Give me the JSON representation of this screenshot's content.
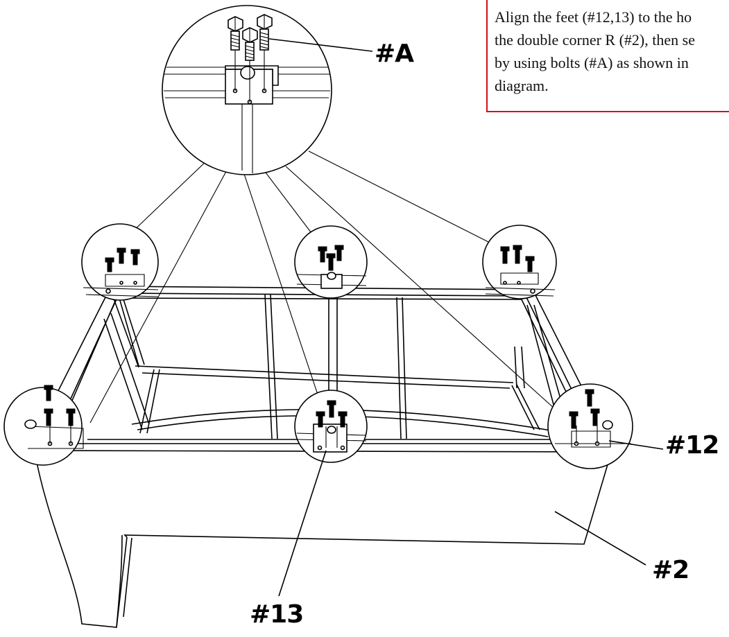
{
  "instruction": {
    "lines": [
      "Align the feet (#12,13) to the ho",
      "the double corner R (#2), then se",
      "by using bolts (#A) as shown in",
      "diagram."
    ],
    "border_color": "#d0101a"
  },
  "labels": {
    "bolt": "#A",
    "foot_corner": "#12",
    "foot_center": "#13",
    "corner_part": "#2"
  }
}
